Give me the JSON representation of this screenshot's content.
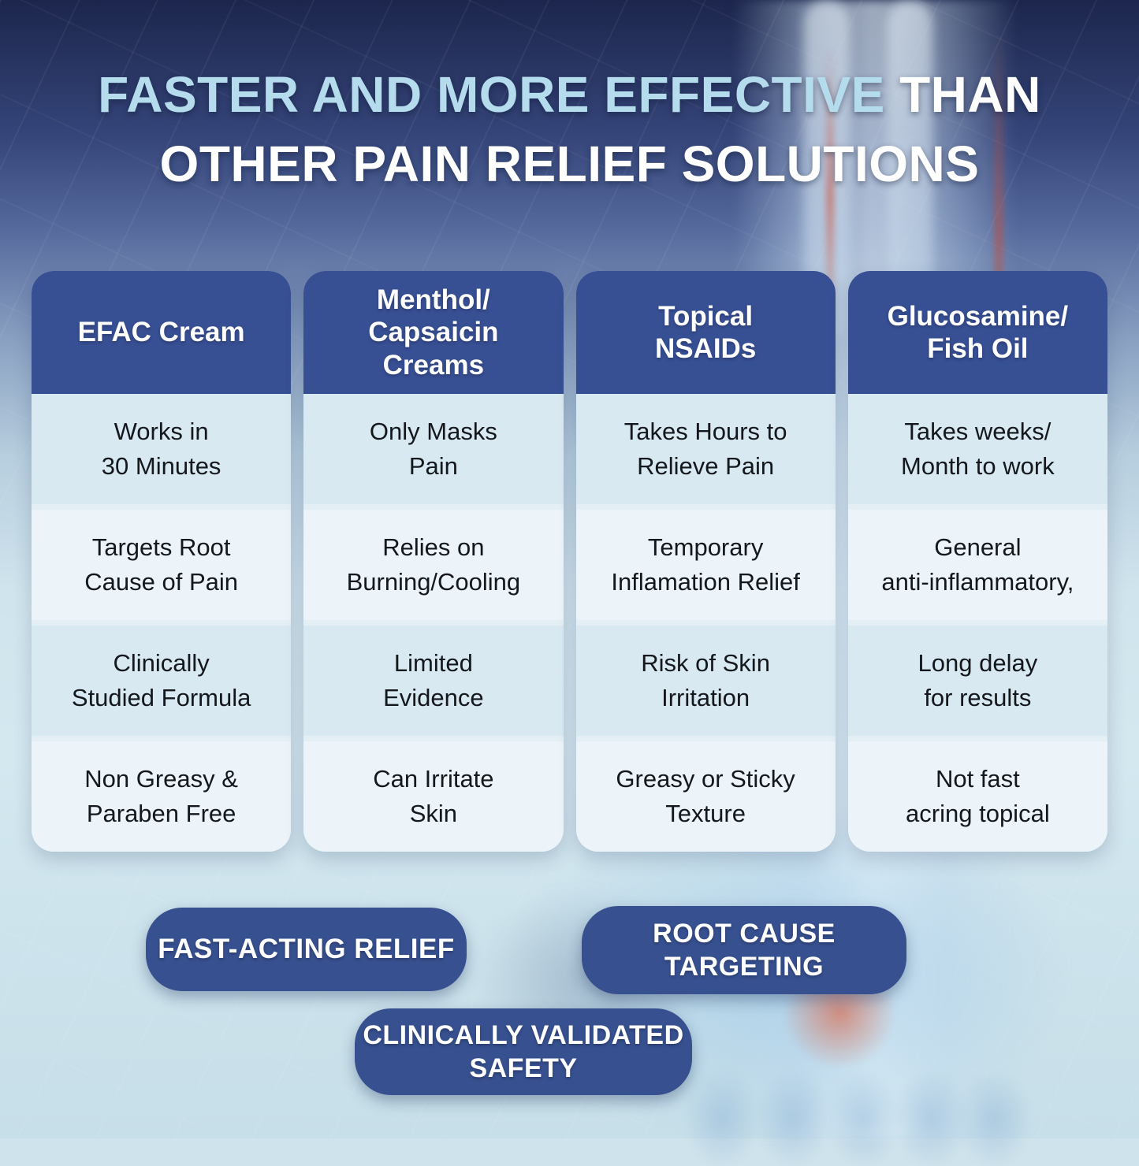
{
  "title": {
    "line1_highlight": "FASTER AND MORE EFFECTIVE",
    "line1_rest": " THAN",
    "line2": "OTHER PAIN RELIEF SOLUTIONS"
  },
  "table": {
    "columns": [
      {
        "header": "EFAC Cream",
        "cells": [
          "Works in\n30 Minutes",
          "Targets Root\nCause of Pain",
          "Clinically\nStudied Formula",
          "Non Greasy &\nParaben Free"
        ]
      },
      {
        "header": "Menthol/\nCapsaicin\nCreams",
        "cells": [
          "Only Masks\nPain",
          "Relies on\nBurning/Cooling",
          "Limited\nEvidence",
          "Can Irritate\nSkin"
        ]
      },
      {
        "header": "Topical\nNSAIDs",
        "cells": [
          "Takes Hours to\nRelieve Pain",
          "Temporary\nInflamation Relief",
          "Risk of Skin\nIrritation",
          "Greasy or Sticky\nTexture"
        ]
      },
      {
        "header": "Glucosamine/\nFish Oil",
        "cells": [
          "Takes weeks/\nMonth to work",
          "General\nanti-inflammatory,",
          "Long delay\nfor results",
          "Not fast\nacring topical"
        ]
      }
    ]
  },
  "badges": [
    {
      "label": "FAST-ACTING RELIEF"
    },
    {
      "label": "ROOT CAUSE\nTARGETING"
    },
    {
      "label": "CLINICALLY VALIDATED\nSAFETY"
    }
  ],
  "colors": {
    "header_blue": "#374F93",
    "badge_blue": "#37508F",
    "cell_dark": "#D9E9F2",
    "cell_light": "#ECF4F9",
    "title_highlight": "#B5DCEC",
    "title_white": "#FFFFFF",
    "bg_top_navy": "#1C264D",
    "bg_ice_blue": "#CFE3EC",
    "pain_red": "#E15028"
  },
  "chart_data": {
    "type": "table",
    "title": "FASTER AND MORE EFFECTIVE THAN OTHER PAIN RELIEF SOLUTIONS",
    "columns": [
      "EFAC Cream",
      "Menthol/Capsaicin Creams",
      "Topical NSAIDs",
      "Glucosamine/Fish Oil"
    ],
    "rows": [
      [
        "Works in 30 Minutes",
        "Only Masks Pain",
        "Takes Hours to Relieve Pain",
        "Takes weeks/Month to work"
      ],
      [
        "Targets Root Cause of Pain",
        "Relies on Burning/Cooling",
        "Temporary Inflamation Relief",
        "General anti-inflammatory,"
      ],
      [
        "Clinically Studied Formula",
        "Limited Evidence",
        "Risk of Skin Irritation",
        "Long delay for results"
      ],
      [
        "Non Greasy & Paraben Free",
        "Can Irritate Skin",
        "Greasy or Sticky Texture",
        "Not fast acring topical"
      ]
    ]
  }
}
